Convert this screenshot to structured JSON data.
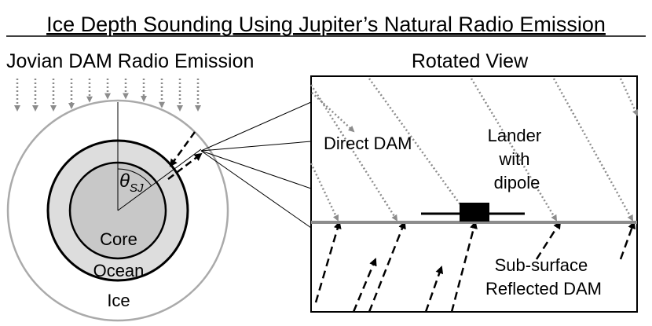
{
  "title": "Ice Depth Sounding Using Jupiter’s Natural Radio Emission",
  "left_panel": {
    "heading": "Jovian DAM Radio Emission",
    "layers": {
      "core": "Core",
      "ocean": "Ocean",
      "ice": "Ice"
    },
    "angle_symbol": "θ",
    "angle_subscript": "SJ"
  },
  "right_panel": {
    "heading": "Rotated View",
    "direct_label": "Direct DAM",
    "lander_label_lines": [
      "Lander",
      "with",
      "dipole"
    ],
    "reflected_label_lines": [
      "Sub-surface",
      "Reflected DAM"
    ]
  },
  "colors": {
    "ink": "#000000",
    "grey_line": "#999999",
    "ice_fill": "#ffffff",
    "ocean_fill": "#dddddd",
    "core_fill": "#c8c8c8",
    "surface_line": "#8c8c8c"
  }
}
